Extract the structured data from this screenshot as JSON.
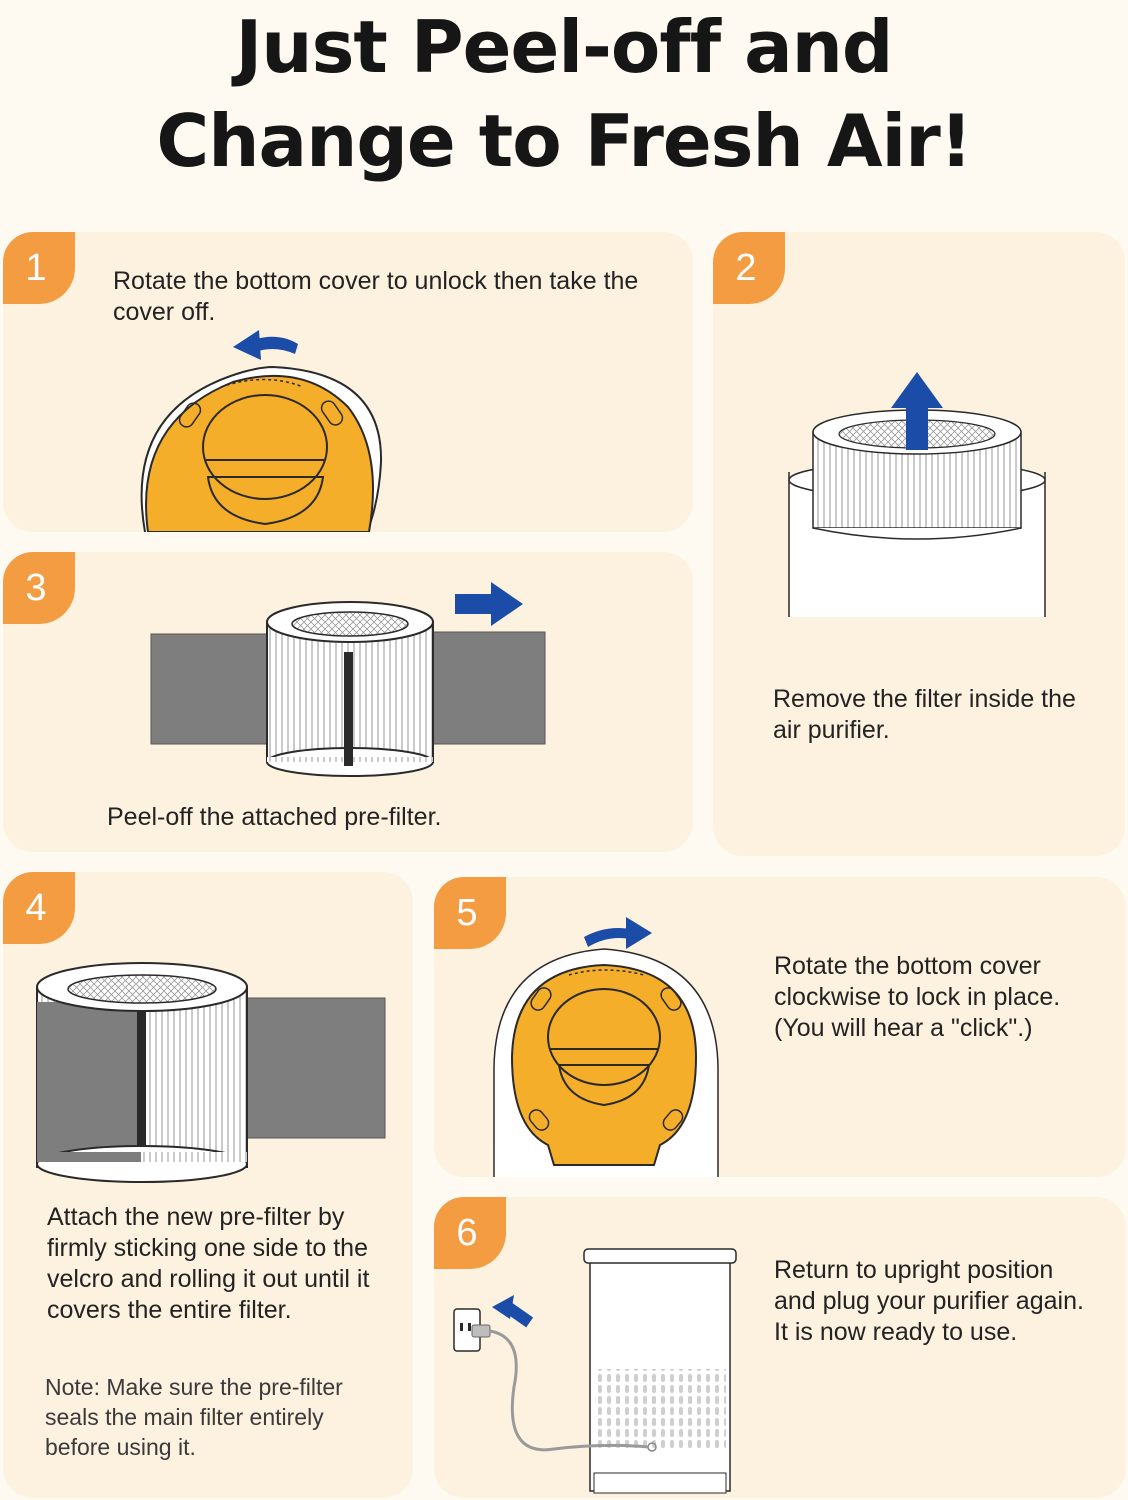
{
  "title": {
    "line1": "Just Peel-off and",
    "line2": "Change to Fresh Air!"
  },
  "colors": {
    "background": "#FFFAF1",
    "card": "#FDF1DF",
    "badge": "#F49C42",
    "arrow": "#1B4DA8",
    "cover": "#F5AE2A",
    "prefilter": "#7E7E7E"
  },
  "steps": [
    {
      "number": "1",
      "text": "Rotate the bottom cover to unlock then take the cover off."
    },
    {
      "number": "2",
      "text": "Remove the filter inside the air purifier."
    },
    {
      "number": "3",
      "text": "Peel-off the attached pre-filter."
    },
    {
      "number": "4",
      "text": "Attach the new pre-filter by firmly sticking one side to the velcro and rolling it out until it covers the entire filter.",
      "note": "Note: Make sure the pre-filter seals the main filter entirely before using it."
    },
    {
      "number": "5",
      "text": "Rotate the bottom cover clockwise to lock in place. (You will hear a \"click\".)"
    },
    {
      "number": "6",
      "text": "Return to upright position and plug your purifier again. It is now ready to use."
    }
  ],
  "icons": {
    "rotate_left": "rotate-counterclockwise-arrow-icon",
    "up": "arrow-up-icon",
    "right": "arrow-right-icon",
    "rotate_right": "rotate-clockwise-arrow-icon",
    "plug": "arrow-plug-in-icon"
  }
}
